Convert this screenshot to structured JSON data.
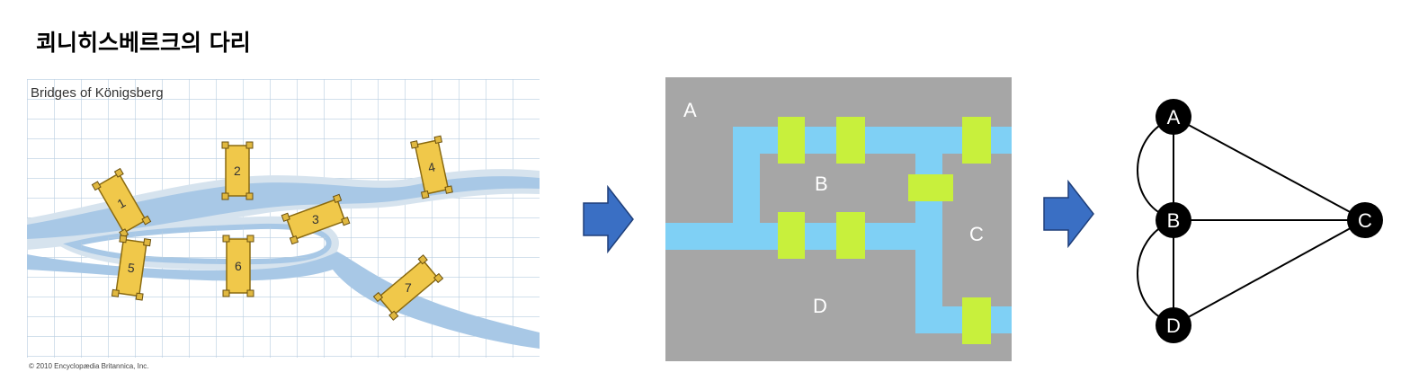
{
  "title": "쾨니히스베르크의 다리",
  "map": {
    "caption": "Bridges of Königsberg",
    "copyright": "© 2010 Encyclopædia Britannica, Inc.",
    "bridges": [
      "1",
      "2",
      "3",
      "4",
      "5",
      "6",
      "7"
    ]
  },
  "grid": {
    "regions": {
      "a": "A",
      "b": "B",
      "c": "C",
      "d": "D"
    }
  },
  "graph": {
    "nodes": {
      "a": "A",
      "b": "B",
      "c": "C",
      "d": "D"
    },
    "edges": [
      [
        "A",
        "B"
      ],
      [
        "A",
        "B"
      ],
      [
        "A",
        "C"
      ],
      [
        "B",
        "C"
      ],
      [
        "B",
        "D"
      ],
      [
        "B",
        "D"
      ],
      [
        "C",
        "D"
      ]
    ]
  },
  "colors": {
    "arrow": "#3a6fc4",
    "water": "#7fd0f5",
    "land": "#a6a6a6",
    "bridge": "#c8f03c",
    "node": "#000000"
  }
}
